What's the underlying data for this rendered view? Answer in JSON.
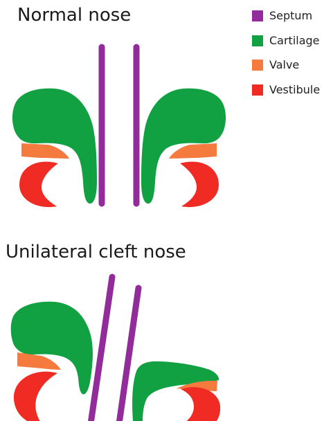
{
  "titles": {
    "normal": "Normal nose",
    "cleft": "Unilateral cleft nose"
  },
  "legend": [
    {
      "label": "Septum",
      "color": "#922c9b"
    },
    {
      "label": "Cartilage",
      "color": "#11a042"
    },
    {
      "label": "Valve",
      "color": "#f47a3e"
    },
    {
      "label": "Vestibule",
      "color": "#ef2b24"
    }
  ],
  "colors": {
    "septum": "#922c9b",
    "cartilage": "#11a042",
    "valve": "#f47a3e",
    "vestibule": "#ef2b24"
  }
}
